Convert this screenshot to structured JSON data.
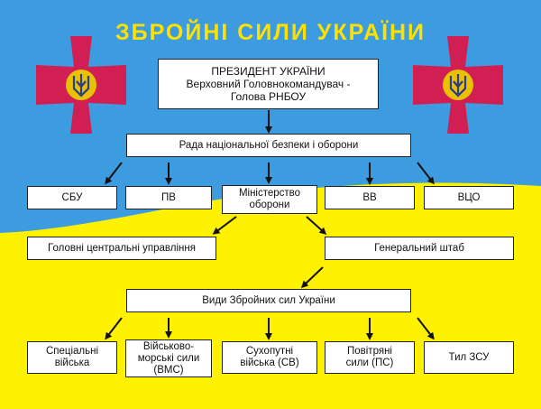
{
  "title": "ЗБРОЙНІ СИЛИ УКРАЇНИ",
  "colors": {
    "blue": "#3d9be0",
    "yellow": "#fff200",
    "emblem_red": "#d11f54",
    "emblem_gold": "#e8c100"
  },
  "icons": {
    "left_emblem": "armed-forces-cross-emblem",
    "right_emblem": "armed-forces-cross-emblem"
  },
  "nodes": {
    "president": "ПРЕЗИДЕНТ УКРАЇНИ\nВерховний Головнокомандувач -\nГолова РНБОУ",
    "council": "Рада національної безпеки і оборони",
    "sbu": "СБУ",
    "pv": "ПВ",
    "ministry": "Міністерство\nоборони",
    "vv": "ВВ",
    "vco": "ВЦО",
    "central_directorates": "Головні центральні управління",
    "general_staff": "Генеральний штаб",
    "branches": "Види Збройних сил України",
    "special_forces": "Спеціальні\nвійська",
    "navy": "Військово-\nморські сили\n(ВМС)",
    "land_forces": "Сухопутні\nвійська (СВ)",
    "air_forces": "Повітряні\nсили (ПС)",
    "rear": "Тил ЗСУ"
  }
}
